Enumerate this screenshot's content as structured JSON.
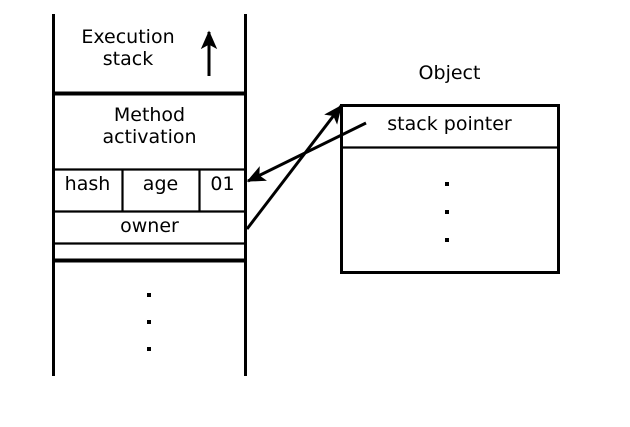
{
  "diagram": {
    "background_color": "#ffffff",
    "line_color": "#000000",
    "text_color": "#000000",
    "stack": {
      "title": "Execution\nstack",
      "growth_arrow": "up-arrow-icon",
      "frame_label": "Method\nactivation",
      "header_cells": [
        {
          "name": "hash",
          "label": "hash"
        },
        {
          "name": "age",
          "label": "age"
        },
        {
          "name": "flag",
          "label": "01"
        }
      ],
      "owner_row_label": "owner",
      "empty_row_label": "",
      "ellipsis": "·"
    },
    "object": {
      "title": "Object",
      "stack_pointer_label": "stack pointer",
      "ellipsis": "·"
    },
    "arrows": [
      {
        "name": "owner-to-object-arrow",
        "from": "owner row (execution stack)",
        "to": "Object box top-left corner"
      },
      {
        "name": "stack-pointer-to-flag-arrow",
        "from": "stack pointer field (Object)",
        "to": "01 cell (method activation header)"
      }
    ]
  }
}
